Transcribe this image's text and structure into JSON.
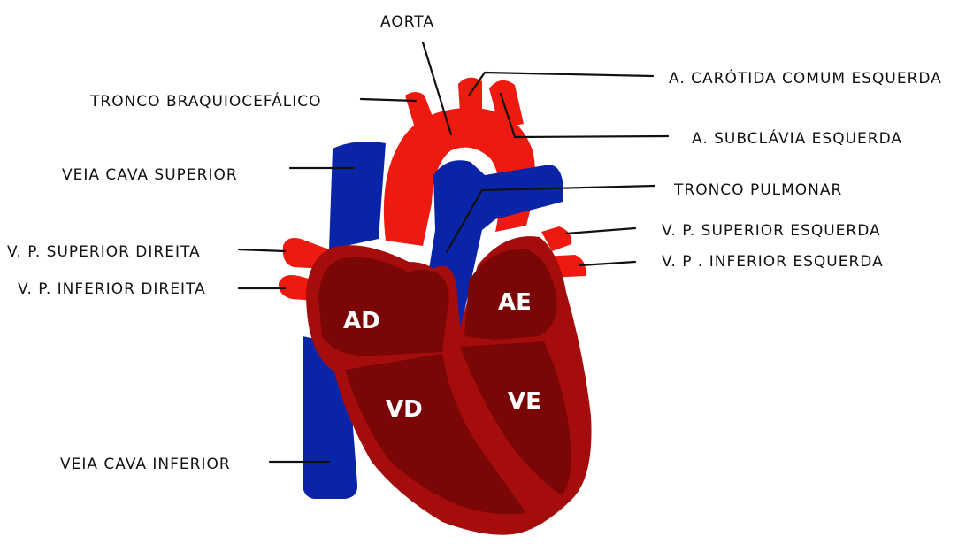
{
  "colors": {
    "artery_red": "#ee1a0f",
    "vein_blue": "#0a24a8",
    "heart_outer": "#a50d0d",
    "heart_inner": "#7a0606",
    "label_text": "#111111",
    "chamber_text": "#ffffff"
  },
  "labels": {
    "aorta": "AORTA",
    "carotid_left": "A. CARÓTIDA COMUM ESQUERDA",
    "brachiocephalic": "TRONCO BRAQUIOCEFÁLICO",
    "subclavian_left": "A. SUBCLÁVIA ESQUERDA",
    "svc": "VEIA CAVA SUPERIOR",
    "pulmonary_trunk": "TRONCO PULMONAR",
    "pv_sup_right": "V. P. SUPERIOR DIREITA",
    "pv_sup_left": "V. P. SUPERIOR ESQUERDA",
    "pv_inf_right": "V. P. INFERIOR DIREITA",
    "pv_inf_left": "V. P . INFERIOR ESQUERDA",
    "ivc": "VEIA CAVA INFERIOR"
  },
  "chambers": {
    "ra": "AD",
    "la": "AE",
    "rv": "VD",
    "lv": "VE"
  }
}
